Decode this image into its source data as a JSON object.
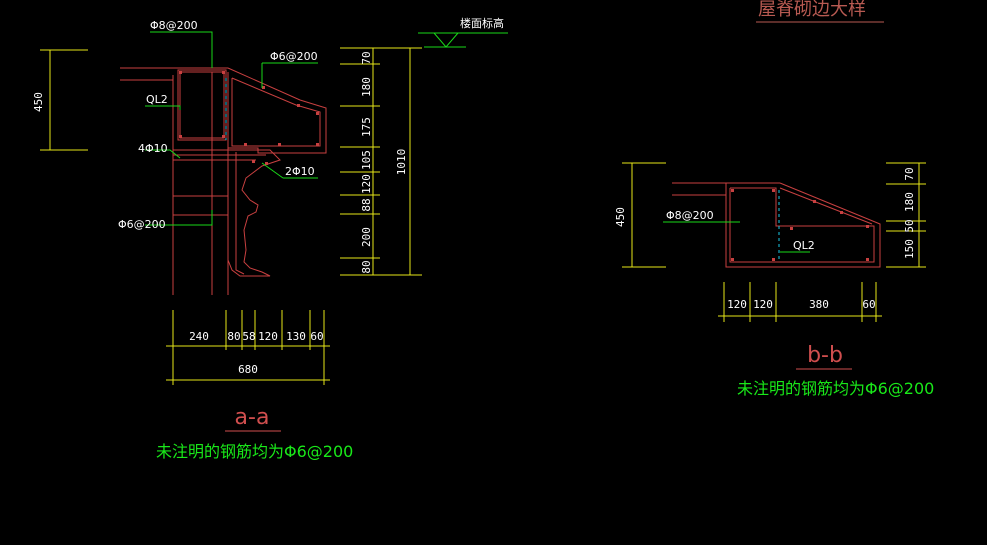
{
  "drawing_title": "屋脊砌边大样",
  "level_label": "楼面标高",
  "section_a": {
    "name": "a-a",
    "note": "未注明的钢筋均为Φ6@200",
    "labels": {
      "top_rebar": "Φ8@200",
      "ql2": "QL2",
      "bars4": "4Φ10",
      "stirrup_low": "Φ6@200",
      "bars2": "2Φ10",
      "right_rebar": "Φ6@200"
    },
    "left_dim": "450",
    "right_dims": [
      "70",
      "180",
      "175",
      "105",
      "120",
      "88",
      "200",
      "80"
    ],
    "total_height": "1010",
    "bottom_dims": [
      "240",
      "80",
      "58",
      "120",
      "130",
      "60"
    ],
    "total_width": "680"
  },
  "section_b": {
    "name": "b-b",
    "note": "未注明的钢筋均为Φ6@200",
    "labels": {
      "rebar": "Φ8@200",
      "ql2": "QL2"
    },
    "left_dim": "450",
    "right_dims": [
      "70",
      "180",
      "50",
      "150"
    ],
    "bottom_dims": [
      "120",
      "120",
      "380",
      "60"
    ]
  },
  "colors": {
    "background": "#000000",
    "outline_red": "#c84040",
    "dim_yellow": "#e6e619",
    "leader_green": "#19d819",
    "text_white": "#ffffff",
    "hidden_cyan": "#19c8e6",
    "note_green": "#19e819"
  }
}
